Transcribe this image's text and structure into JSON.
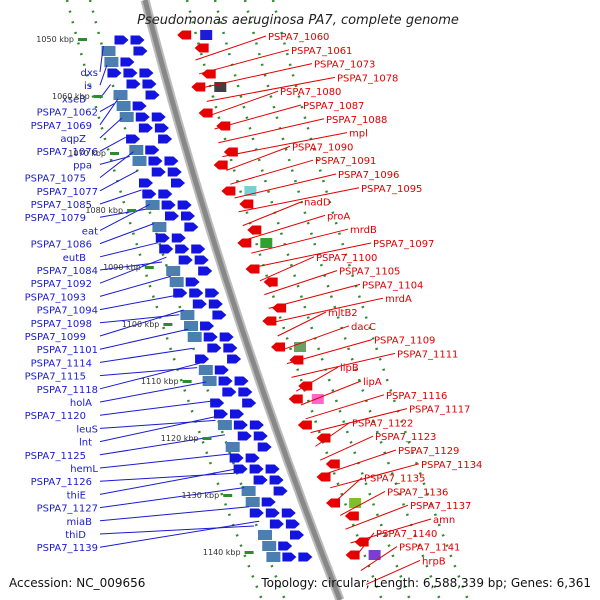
{
  "title": "Pseudomonas aeruginosa PA7, complete genome",
  "footer": {
    "accession": "Accession: NC_009656",
    "summary": "Topology: circular; Length: 6,588,339 bp; Genes: 6,361"
  },
  "colors": {
    "backbone": "#888888",
    "forward_label": "#1a1ad2",
    "reverse_label": "#e00000",
    "tick": "#2e8b2e"
  },
  "kbp_markers": [
    "1050 kbp",
    "1060 kbp",
    "1070 kbp",
    "1080 kbp",
    "1090 kbp",
    "1100 kbp",
    "1110 kbp",
    "1120 kbp",
    "1130 kbp",
    "1140 kbp"
  ],
  "left_labels": [
    "dxs",
    "is",
    "xseB",
    "PSPA7_1062",
    "PSPA7_1069",
    "aqpZ",
    "PSPA7_1076",
    "ppa",
    "PSPA7_1075",
    "PSPA7_1077",
    "PSPA7_1085",
    "PSPA7_1079",
    "eat",
    "PSPA7_1086",
    "eutB",
    "PSPA7_1084",
    "PSPA7_1092",
    "PSPA7_1093",
    "PSPA7_1094",
    "PSPA7_1098",
    "PSPA7_1099",
    "PSPA7_1101",
    "PSPA7_1114",
    "PSPA7_1115",
    "PSPA7_1118",
    "holA",
    "PSPA7_1120",
    "leuS",
    "lnt",
    "PSPA7_1125",
    "hemL",
    "PSPA7_1126",
    "thiE",
    "PSPA7_1127",
    "miaB",
    "thiD",
    "PSPA7_1139"
  ],
  "right_labels": [
    "PSPA7_1060",
    "PSPA7_1061",
    "PSPA7_1073",
    "PSPA7_1078",
    "PSPA7_1080",
    "PSPA7_1087",
    "PSPA7_1088",
    "mpl",
    "PSPA7_1090",
    "PSPA7_1091",
    "PSPA7_1096",
    "PSPA7_1095",
    "nadD",
    "proA",
    "mrdB",
    "PSPA7_1097",
    "PSPA7_1100",
    "PSPA7_1105",
    "PSPA7_1104",
    "mrdA",
    "mltB2",
    "dacC",
    "PSPA7_1109",
    "PSPA7_1111",
    "lipB",
    "lipA",
    "PSPA7_1116",
    "PSPA7_1117",
    "PSPA7_1122",
    "PSPA7_1123",
    "PSPA7_1129",
    "PSPA7_1134",
    "PSPA7_1135",
    "PSPA7_1136",
    "PSPA7_1137",
    "amn",
    "PSPA7_1140",
    "PSPA7_1141",
    "hrpB"
  ]
}
